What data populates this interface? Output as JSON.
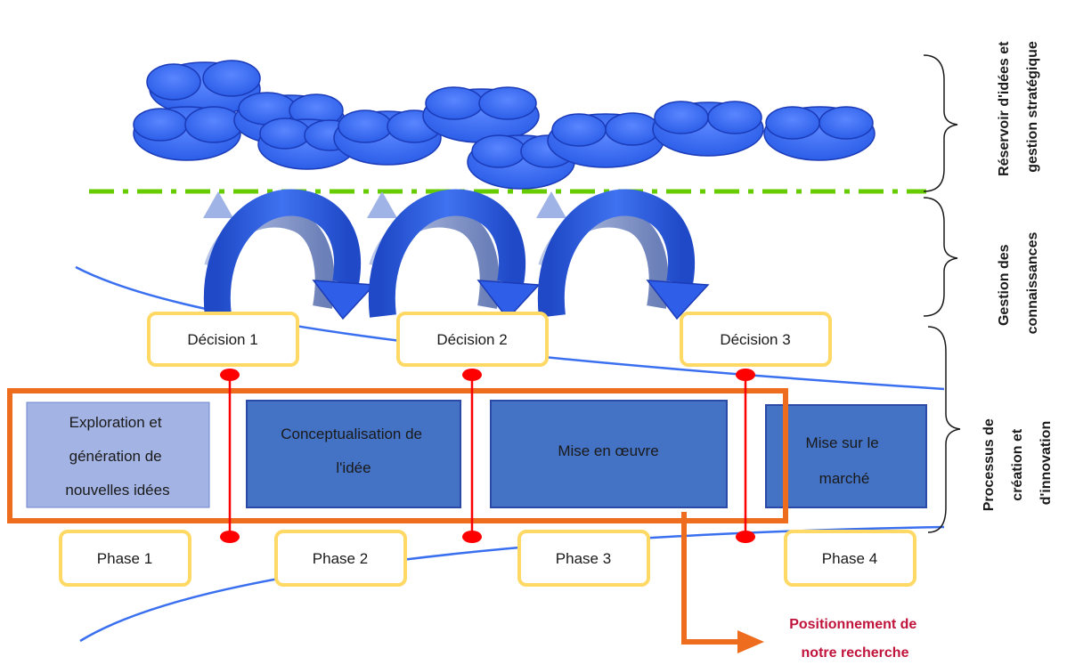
{
  "diagram": {
    "zones": {
      "reservoir": [
        "Réservoir d'idées et",
        "gestion stratégique"
      ],
      "knowledge": [
        "Gestion des",
        "connaissances"
      ],
      "process": [
        "Processus de",
        "création et",
        "d'innovation"
      ]
    },
    "decisions": [
      "Décision 1",
      "Décision 2",
      "Décision 3"
    ],
    "phases_boxes": [
      [
        "Exploration et",
        "génération de",
        "nouvelles idées"
      ],
      [
        "Conceptualisation de",
        "l'idée"
      ],
      [
        "Mise en œuvre"
      ],
      [
        "Mise sur le",
        "marché"
      ]
    ],
    "phase_labels": [
      "Phase 1",
      "Phase 2",
      "Phase 3",
      "Phase 4"
    ],
    "research_position": [
      "Positionnement de",
      "notre recherche"
    ]
  },
  "colors": {
    "cloud": "#3a6ef5",
    "dashed_line": "#66cc00",
    "curve": "#3a6ff0",
    "box_fill": "#4472c4",
    "box_fill_light": "#a3b3e3",
    "box_border": "#2b4aa8",
    "label_border": "#ffd966",
    "highlight": "#ed6c1e",
    "marker": "#ff0000",
    "research_text": "#c0143c"
  }
}
